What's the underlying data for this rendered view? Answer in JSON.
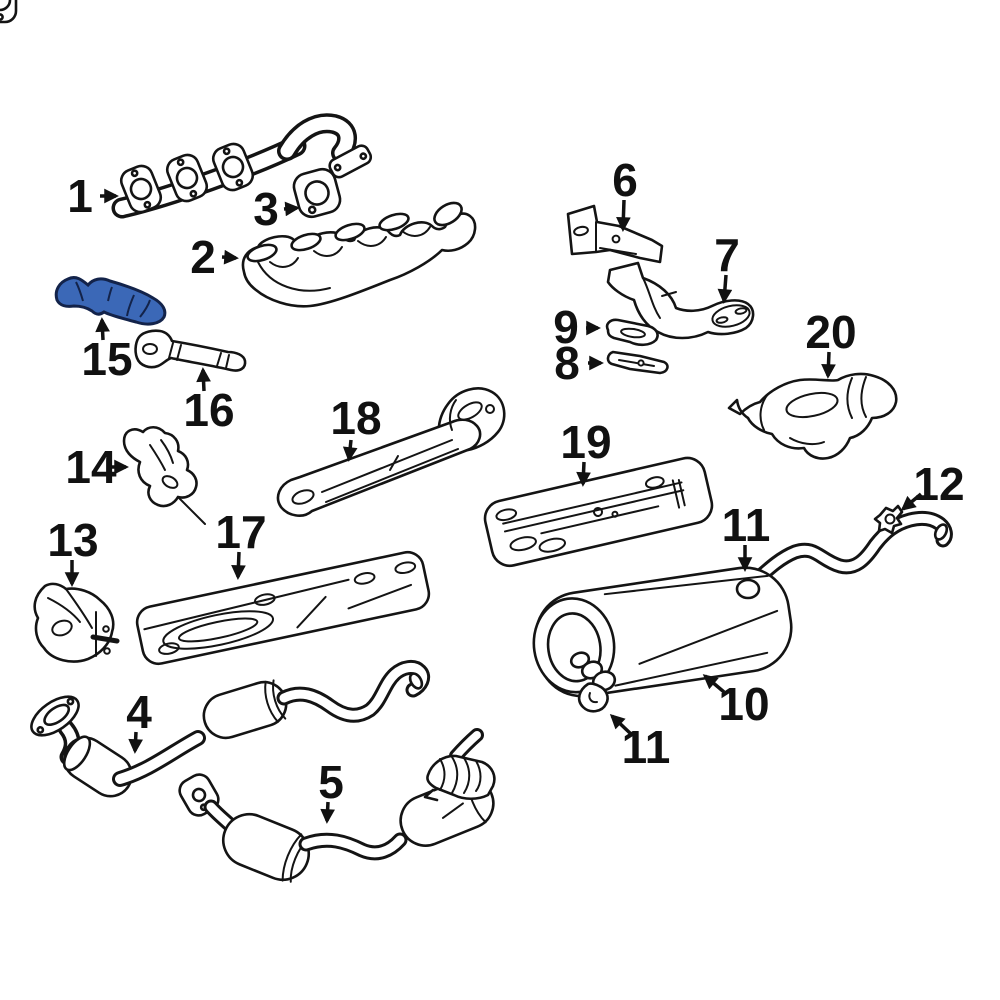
{
  "diagram": {
    "kind": "exhaust-system-parts-diagram",
    "background_color": "#ffffff",
    "line_color": "#141414",
    "highlight_color": "#3b68b7",
    "highlighted_callout": "15",
    "callouts": [
      {
        "label": "1"
      },
      {
        "label": "2"
      },
      {
        "label": "3"
      },
      {
        "label": "4"
      },
      {
        "label": "5"
      },
      {
        "label": "6"
      },
      {
        "label": "7"
      },
      {
        "label": "8"
      },
      {
        "label": "9"
      },
      {
        "label": "10"
      },
      {
        "label": "11"
      },
      {
        "label": "11"
      },
      {
        "label": "12"
      },
      {
        "label": "13"
      },
      {
        "label": "14"
      },
      {
        "label": "15"
      },
      {
        "label": "16"
      },
      {
        "label": "17"
      },
      {
        "label": "18"
      },
      {
        "label": "19"
      },
      {
        "label": "20"
      }
    ]
  }
}
